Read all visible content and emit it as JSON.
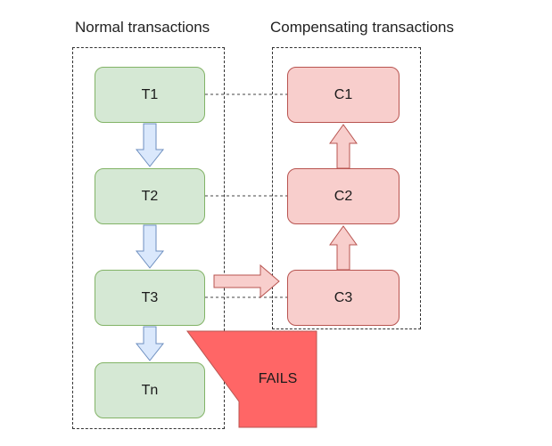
{
  "groups": {
    "normal": {
      "title": "Normal transactions"
    },
    "compensating": {
      "title": "Compensating transactions"
    }
  },
  "nodes": {
    "t1": "T1",
    "t2": "T2",
    "t3": "T3",
    "tn": "Tn",
    "c1": "C1",
    "c2": "C2",
    "c3": "C3"
  },
  "callout": {
    "label": "FAILS"
  },
  "colors": {
    "normal_fill": "#d5e8d4",
    "normal_stroke": "#82b366",
    "comp_fill": "#f8cecc",
    "comp_stroke": "#b85450",
    "flow_arrow_fill": "#dae8fc",
    "flow_arrow_stroke": "#6c8ebf",
    "fail_fill": "#ff6666"
  }
}
